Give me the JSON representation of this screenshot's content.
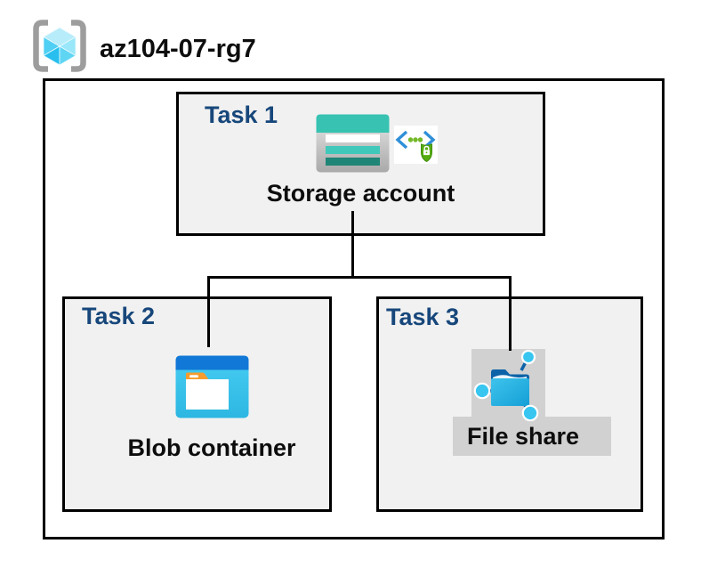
{
  "header": {
    "resource_group": "az104-07-rg7",
    "resource_group_icon": "azure-resource-group-icon"
  },
  "boxes": {
    "task1": {
      "label": "Task 1",
      "node_label": "Storage account",
      "icons": [
        "storage-account-icon",
        "secure-endpoint-icon"
      ]
    },
    "task2": {
      "label": "Task 2",
      "node_label": "Blob container",
      "icons": [
        "blob-container-icon"
      ]
    },
    "task3": {
      "label": "Task 3",
      "node_label": "File share",
      "icons": [
        "file-share-icon"
      ]
    }
  },
  "connections": [
    {
      "from": "Storage account",
      "to": "Blob container"
    },
    {
      "from": "Storage account",
      "to": "File share"
    }
  ],
  "colors": {
    "task_label_blue": "#17477b",
    "box_fill": "#f1f1f1",
    "border_black": "#000000",
    "storage_teal": "#37c2b2",
    "storage_teal_mid": "#40c8ba",
    "storage_teal_dark": "#1f8577",
    "chevron_blue": "#2f8fd8",
    "dot_green": "#74b929",
    "shield_green": "#56ad10",
    "blob_top_blue": "#1178d7",
    "blob_cyan": "#35c3ec",
    "blob_tab_orange": "#f79c2d",
    "fileshare_cyan": "#2ab8e6",
    "fileshare_dark_blue": "#0d63a8",
    "fileshare_node_cyan": "#38c6f1",
    "gray_band": "#d1d1d1",
    "rg_bracket_gray": "#9d9d9d",
    "rg_cube_cyan": "#4fcff3"
  }
}
